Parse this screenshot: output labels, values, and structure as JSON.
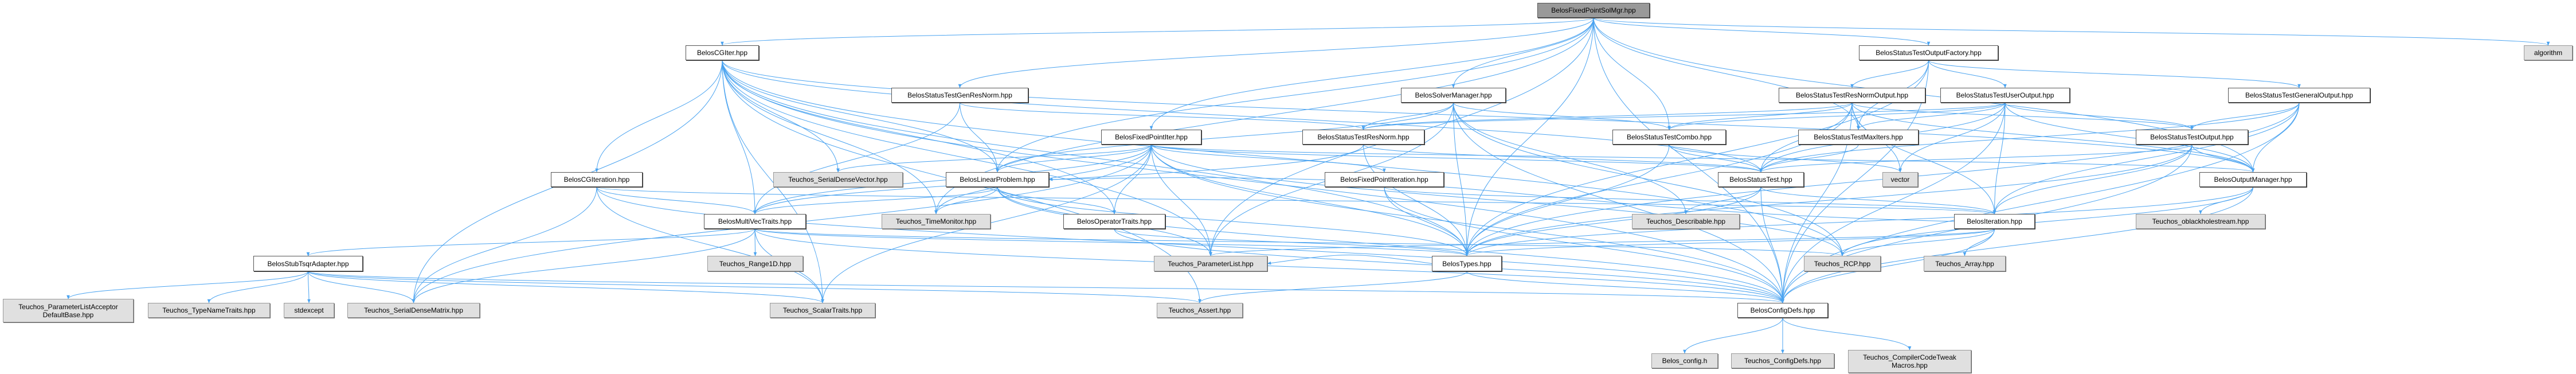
{
  "graph": {
    "root": "BelosFixedPointSolMgr.hpp",
    "nodes": {
      "solmgr": "BelosFixedPointSolMgr.hpp",
      "cgiter": "BelosCGIter.hpp",
      "outfactory": "BelosStatusTestOutputFactory.hpp",
      "algorithm": "algorithm",
      "genresnorm": "BelosStatusTestGenResNorm.hpp",
      "solvermanager": "BelosSolverManager.hpp",
      "resnormoutput": "BelosStatusTestResNormOutput.hpp",
      "useroutput": "BelosStatusTestUserOutput.hpp",
      "generaloutput": "BelosStatusTestGeneralOutput.hpp",
      "fpiter": "BelosFixedPointIter.hpp",
      "resnorm": "BelosStatusTestResNorm.hpp",
      "combo": "BelosStatusTestCombo.hpp",
      "maxiters": "BelosStatusTestMaxIters.hpp",
      "stoutput": "BelosStatusTestOutput.hpp",
      "cgiteration": "BelosCGIteration.hpp",
      "sdvector": "Teuchos_SerialDenseVector.hpp",
      "linprob": "BelosLinearProblem.hpp",
      "fpiteration": "BelosFixedPointIteration.hpp",
      "statustest": "BelosStatusTest.hpp",
      "vector": "vector",
      "outmgr": "BelosOutputManager.hpp",
      "mvtraits": "BelosMultiVecTraits.hpp",
      "timemonitor": "Teuchos_TimeMonitor.hpp",
      "optraits": "BelosOperatorTraits.hpp",
      "describable": "Teuchos_Describable.hpp",
      "iteration": "BelosIteration.hpp",
      "blackhole": "Teuchos_oblackholestream.hpp",
      "tsqr": "BelosStubTsqrAdapter.hpp",
      "range1d": "Teuchos_Range1D.hpp",
      "paramlist": "Teuchos_ParameterList.hpp",
      "types": "BelosTypes.hpp",
      "rcp": "Teuchos_RCP.hpp",
      "array": "Teuchos_Array.hpp",
      "pladb": "Teuchos_ParameterListAcceptor\nDefaultBase.hpp",
      "typename": "Teuchos_TypeNameTraits.hpp",
      "stdexcept": "stdexcept",
      "sdmatrix": "Teuchos_SerialDenseMatrix.hpp",
      "scalartraits": "Teuchos_ScalarTraits.hpp",
      "assert": "Teuchos_Assert.hpp",
      "configdefs": "BelosConfigDefs.hpp",
      "belosconfig": "Belos_config.h",
      "tconfigdefs": "Teuchos_ConfigDefs.hpp",
      "tweak": "Teuchos_CompilerCodeTweak\nMacros.hpp"
    },
    "external": [
      "algorithm",
      "sdvector",
      "vector",
      "timemonitor",
      "describable",
      "blackhole",
      "range1d",
      "paramlist",
      "rcp",
      "array",
      "pladb",
      "typename",
      "stdexcept",
      "sdmatrix",
      "scalartraits",
      "assert",
      "belosconfig",
      "tconfigdefs",
      "tweak"
    ],
    "edges": [
      [
        "solmgr",
        "cgiter"
      ],
      [
        "solmgr",
        "genresnorm"
      ],
      [
        "solmgr",
        "solvermanager"
      ],
      [
        "solmgr",
        "fpiter"
      ],
      [
        "solmgr",
        "combo"
      ],
      [
        "solmgr",
        "outfactory"
      ],
      [
        "solmgr",
        "outmgr"
      ],
      [
        "solmgr",
        "algorithm"
      ],
      [
        "solmgr",
        "configdefs"
      ],
      [
        "solmgr",
        "types"
      ],
      [
        "solmgr",
        "linprob"
      ],
      [
        "solmgr",
        "maxiters"
      ],
      [
        "solmgr",
        "paramlist"
      ],
      [
        "solmgr",
        "timemonitor"
      ],
      [
        "cgiter",
        "cgiteration"
      ],
      [
        "cgiter",
        "mvtraits"
      ],
      [
        "cgiter",
        "sdvector"
      ],
      [
        "cgiter",
        "sdmatrix"
      ],
      [
        "cgiter",
        "scalartraits"
      ],
      [
        "cgiter",
        "linprob"
      ],
      [
        "cgiter",
        "optraits"
      ],
      [
        "cgiter",
        "paramlist"
      ],
      [
        "cgiter",
        "types"
      ],
      [
        "cgiter",
        "configdefs"
      ],
      [
        "cgiter",
        "timemonitor"
      ],
      [
        "cgiter",
        "rcp"
      ],
      [
        "cgiter",
        "outmgr"
      ],
      [
        "cgiter",
        "statustest"
      ],
      [
        "cgiter",
        "assert"
      ],
      [
        "cgiteration",
        "iteration"
      ],
      [
        "cgiteration",
        "mvtraits"
      ],
      [
        "cgiteration",
        "configdefs"
      ],
      [
        "cgiteration",
        "sdmatrix"
      ],
      [
        "cgiteration",
        "scalartraits"
      ],
      [
        "mvtraits",
        "tsqr"
      ],
      [
        "mvtraits",
        "range1d"
      ],
      [
        "mvtraits",
        "types"
      ],
      [
        "mvtraits",
        "configdefs"
      ],
      [
        "mvtraits",
        "sdmatrix"
      ],
      [
        "mvtraits",
        "rcp"
      ],
      [
        "mvtraits",
        "scalartraits"
      ],
      [
        "tsqr",
        "pladb"
      ],
      [
        "tsqr",
        "typename"
      ],
      [
        "tsqr",
        "stdexcept"
      ],
      [
        "tsqr",
        "sdmatrix"
      ],
      [
        "tsqr",
        "scalartraits"
      ],
      [
        "tsqr",
        "configdefs"
      ],
      [
        "tsqr",
        "assert"
      ],
      [
        "genresnorm",
        "linprob"
      ],
      [
        "genresnorm",
        "mvtraits"
      ],
      [
        "genresnorm",
        "resnorm"
      ],
      [
        "solvermanager",
        "combo"
      ],
      [
        "solvermanager",
        "resnorm"
      ],
      [
        "solvermanager",
        "linprob"
      ],
      [
        "solvermanager",
        "types"
      ],
      [
        "solvermanager",
        "configdefs"
      ],
      [
        "solvermanager",
        "paramlist"
      ],
      [
        "solvermanager",
        "describable"
      ],
      [
        "solvermanager",
        "rcp"
      ],
      [
        "fpiter",
        "linprob"
      ],
      [
        "fpiter",
        "fpiteration"
      ],
      [
        "fpiter",
        "mvtraits"
      ],
      [
        "fpiter",
        "optraits"
      ],
      [
        "fpiter",
        "types"
      ],
      [
        "fpiter",
        "configdefs"
      ],
      [
        "fpiter",
        "paramlist"
      ],
      [
        "fpiter",
        "timemonitor"
      ],
      [
        "fpiter",
        "sdvector"
      ],
      [
        "fpiter",
        "statustest"
      ],
      [
        "fpiter",
        "outmgr"
      ],
      [
        "fpiter",
        "rcp"
      ],
      [
        "fpiter",
        "sdmatrix"
      ],
      [
        "fpiter",
        "scalartraits"
      ],
      [
        "resnorm",
        "statustest"
      ],
      [
        "resnorm",
        "mvtraits"
      ],
      [
        "resnorm",
        "types"
      ],
      [
        "combo",
        "statustest"
      ],
      [
        "combo",
        "vector"
      ],
      [
        "combo",
        "types"
      ],
      [
        "linprob",
        "mvtraits"
      ],
      [
        "linprob",
        "optraits"
      ],
      [
        "linprob",
        "timemonitor"
      ],
      [
        "linprob",
        "types"
      ],
      [
        "linprob",
        "paramlist"
      ],
      [
        "linprob",
        "configdefs"
      ],
      [
        "fpiteration",
        "iteration"
      ],
      [
        "fpiteration",
        "types"
      ],
      [
        "fpiteration",
        "configdefs"
      ],
      [
        "optraits",
        "types"
      ],
      [
        "optraits",
        "configdefs"
      ],
      [
        "types",
        "configdefs"
      ],
      [
        "types",
        "paramlist"
      ],
      [
        "types",
        "assert"
      ],
      [
        "statustest",
        "types"
      ],
      [
        "statustest",
        "configdefs"
      ],
      [
        "statustest",
        "iteration"
      ],
      [
        "statustest",
        "describable"
      ],
      [
        "iteration",
        "types"
      ],
      [
        "iteration",
        "configdefs"
      ],
      [
        "iteration",
        "paramlist"
      ],
      [
        "iteration",
        "array"
      ],
      [
        "iteration",
        "rcp"
      ],
      [
        "iteration",
        "linprob"
      ],
      [
        "outfactory",
        "resnormoutput"
      ],
      [
        "outfactory",
        "useroutput"
      ],
      [
        "outfactory",
        "generaloutput"
      ],
      [
        "outfactory",
        "types"
      ],
      [
        "outfactory",
        "configdefs"
      ],
      [
        "outfactory",
        "maxiters"
      ],
      [
        "resnormoutput",
        "maxiters"
      ],
      [
        "resnormoutput",
        "statustest"
      ],
      [
        "resnormoutput",
        "stoutput"
      ],
      [
        "resnormoutput",
        "iteration"
      ],
      [
        "resnormoutput",
        "vector"
      ],
      [
        "resnormoutput",
        "resnorm"
      ],
      [
        "resnormoutput",
        "combo"
      ],
      [
        "resnormoutput",
        "types"
      ],
      [
        "resnormoutput",
        "configdefs"
      ],
      [
        "resnormoutput",
        "outmgr"
      ],
      [
        "useroutput",
        "maxiters"
      ],
      [
        "useroutput",
        "stoutput"
      ],
      [
        "useroutput",
        "statustest"
      ],
      [
        "useroutput",
        "vector"
      ],
      [
        "useroutput",
        "iteration"
      ],
      [
        "useroutput",
        "combo"
      ],
      [
        "useroutput",
        "resnorm"
      ],
      [
        "useroutput",
        "outmgr"
      ],
      [
        "useroutput",
        "configdefs"
      ],
      [
        "generaloutput",
        "stoutput"
      ],
      [
        "generaloutput",
        "outmgr"
      ],
      [
        "generaloutput",
        "statustest"
      ],
      [
        "generaloutput",
        "iteration"
      ],
      [
        "generaloutput",
        "configdefs"
      ],
      [
        "generaloutput",
        "types"
      ],
      [
        "maxiters",
        "statustest"
      ],
      [
        "stoutput",
        "outmgr"
      ],
      [
        "stoutput",
        "statustest"
      ],
      [
        "stoutput",
        "iteration"
      ],
      [
        "stoutput",
        "types"
      ],
      [
        "stoutput",
        "configdefs"
      ],
      [
        "outmgr",
        "blackhole"
      ],
      [
        "outmgr",
        "configdefs"
      ],
      [
        "outmgr",
        "types"
      ],
      [
        "outmgr",
        "rcp"
      ],
      [
        "configdefs",
        "belosconfig"
      ],
      [
        "configdefs",
        "tconfigdefs"
      ],
      [
        "configdefs",
        "tweak"
      ]
    ]
  },
  "colors": {
    "edge": "#4aa3f0",
    "external_fill": "#e0e0e0",
    "root_fill": "#999999"
  }
}
